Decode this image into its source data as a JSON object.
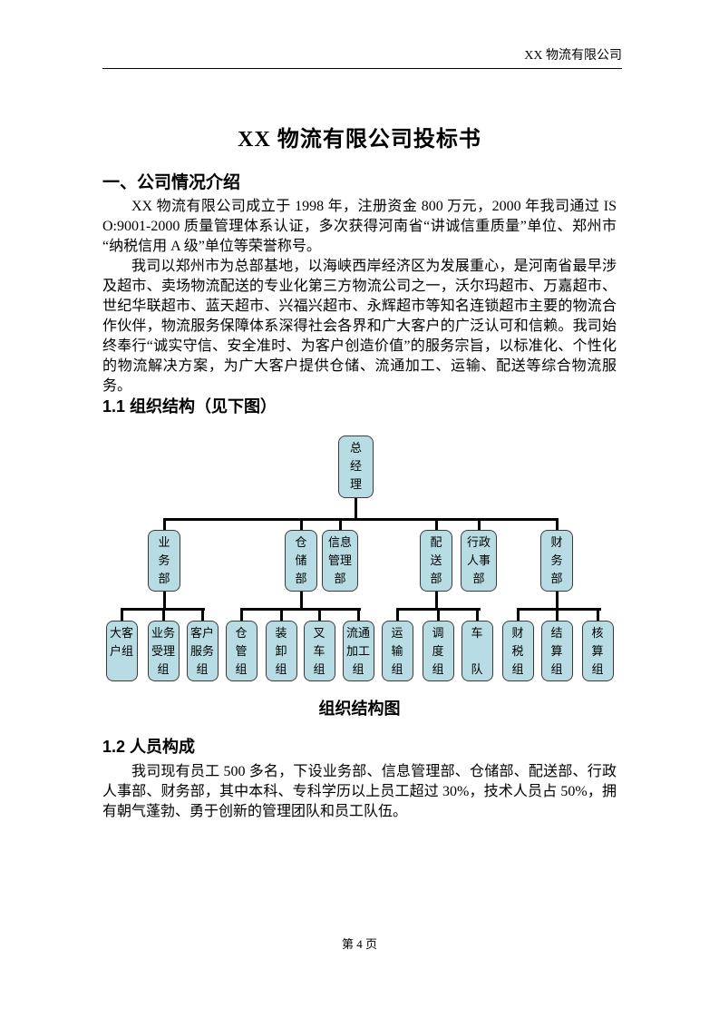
{
  "header": {
    "company": "XX 物流有限公司"
  },
  "title": "XX 物流有限公司投标书",
  "section1": {
    "heading": "一、公司情况介绍",
    "para1": "XX 物流有限公司成立于 1998 年，注册资金 800 万元，2000 年我司通过 ISO:9001-2000 质量管理体系认证，多次获得河南省“讲诚信重质量”单位、郑州市“纳税信用 A 级”单位等荣誉称号。",
    "para2": "我司以郑州市为总部基地，以海峡西岸经济区为发展重心，是河南省最早涉及超市、卖场物流配送的专业化第三方物流公司之一，沃尔玛超市、万嘉超市、世纪华联超市、蓝天超市、兴福兴超市、永辉超市等知名连锁超市主要的物流合作伙伴，物流服务保障体系深得社会各界和广大客户的广泛认可和信赖。我司始终奉行“诚实守信、安全准时、为客户创造价值”的服务宗旨，以标准化、个性化的物流解决方案，为广大客户提供仓储、流通加工、运输、配送等综合物流服务。"
  },
  "section11": {
    "heading": "1.1 组织结构（见下图）"
  },
  "chart": {
    "caption": "组织结构图",
    "colors": {
      "node_fill": "#b8dce3",
      "node_border": "#3b3b3b",
      "line": "#000000"
    },
    "level1": [
      {
        "label": "总\n经\n理"
      }
    ],
    "level2": [
      {
        "label": "业\n务\n部"
      },
      {
        "label": "仓\n储\n部"
      },
      {
        "label": "信息\n管理\n部"
      },
      {
        "label": "配\n送\n部"
      },
      {
        "label": "行政\n人事\n部"
      },
      {
        "label": "财\n务\n部"
      }
    ],
    "level3": [
      {
        "label": "大客\n户组"
      },
      {
        "label": "业务\n受理\n组"
      },
      {
        "label": "客户\n服务\n组"
      },
      {
        "label": "仓\n管\n组"
      },
      {
        "label": "装\n卸\n组"
      },
      {
        "label": "叉\n车\n组"
      },
      {
        "label": "流通\n加工\n组"
      },
      {
        "label": "运\n输\n组"
      },
      {
        "label": "调\n度\n组"
      },
      {
        "label": "车\n\n队"
      },
      {
        "label": "财\n税\n组"
      },
      {
        "label": "结\n算\n组"
      },
      {
        "label": "核\n算\n组"
      }
    ]
  },
  "section12": {
    "heading": "1.2 人员构成",
    "para1": "我司现有员工 500 多名，下设业务部、信息管理部、仓储部、配送部、行政人事部、财务部，其中本科、专科学历以上员工超过 30%，技术人员占 50%，拥有朝气蓬勃、勇于创新的管理团队和员工队伍。"
  },
  "footer": {
    "page_number": "第 4 页"
  }
}
